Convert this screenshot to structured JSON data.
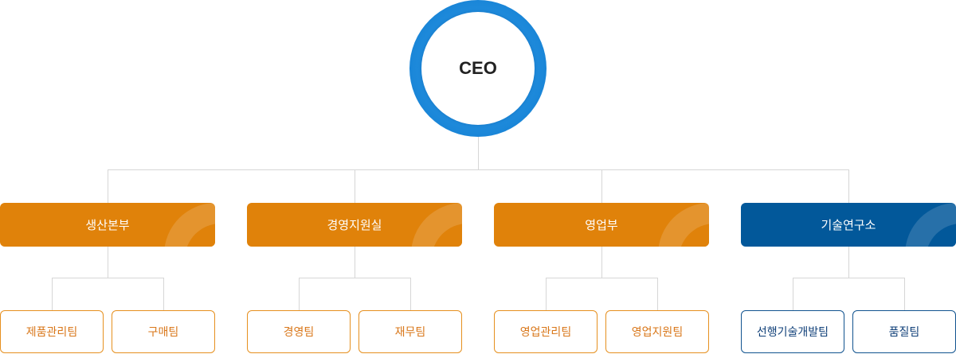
{
  "ceo": "CEO",
  "departments": [
    {
      "name": "생산본부",
      "teams": [
        "제품관리팀",
        "구매팀"
      ]
    },
    {
      "name": "경영지원실",
      "teams": [
        "경영팀",
        "재무팀"
      ]
    },
    {
      "name": "영업부",
      "teams": [
        "영업관리팀",
        "영업지원팀"
      ]
    },
    {
      "name": "기술연구소",
      "teams": [
        "선행기술개발팀",
        "품질팀"
      ]
    }
  ],
  "colors": {
    "orange": "#e0820a",
    "blue": "#02589a"
  }
}
